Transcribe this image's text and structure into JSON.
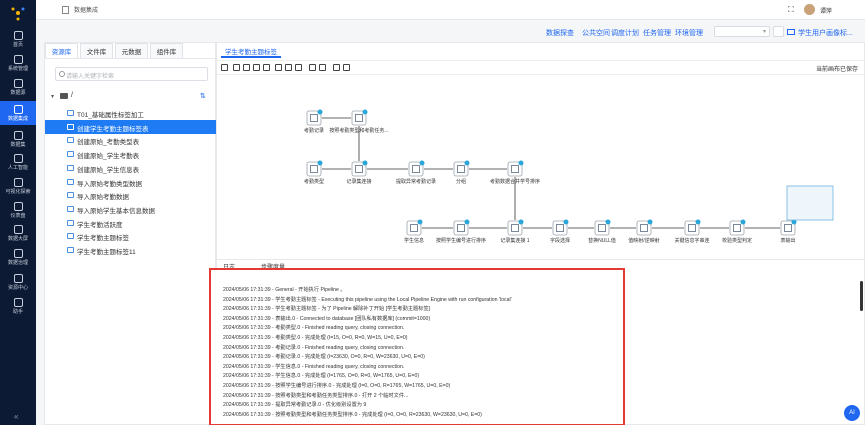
{
  "nav": {
    "items": [
      {
        "label": "首页"
      },
      {
        "label": "系统管理"
      },
      {
        "label": "数据源"
      },
      {
        "label": "数据集成"
      },
      {
        "label": "数据集"
      },
      {
        "label": "人工智能"
      },
      {
        "label": "可视化探索"
      },
      {
        "label": "仪表盘"
      },
      {
        "label": "数据大屏"
      },
      {
        "label": "数据治理"
      },
      {
        "label": "资源中心"
      },
      {
        "label": "助手"
      }
    ],
    "active_index": 3,
    "collapse": "«"
  },
  "header": {
    "breadcrumb": "数据集成",
    "fullscreen": "⛶",
    "user": "谭萍"
  },
  "links": {
    "items": [
      "数据探查",
      "公共空间",
      "调度计划",
      "任务管理",
      "环境管理"
    ],
    "apply": "学生用户画像标..."
  },
  "left": {
    "tabs": [
      "资源库",
      "文件库",
      "元数据",
      "组件库"
    ],
    "active_tab": 0,
    "search_placeholder": "请输入关键字检索",
    "root": "/",
    "sort": "⇅",
    "items": [
      "T01_基础属性标签加工",
      "创建学生考勤主题标签表",
      "创建原始_考勤类型表",
      "创建原始_学生考勤表",
      "创建原始_学生信息表",
      "导入原始考勤类型数据",
      "导入原始考勤数据",
      "导入原始学生基本信息数据",
      "学生考勤活跃度",
      "学生考勤主题标签",
      "学生考勤主题标签11"
    ],
    "active_item": 1
  },
  "work": {
    "file_tab": "学生考勤主题标签",
    "save": "当前画布已保存",
    "nodes_row1": [
      "考勤记录",
      "按照考勤类型和考勤任务..."
    ],
    "nodes_row2": [
      "考勤类型",
      "记录集连接",
      "提取异常考勤记录",
      "分组",
      "考勤数据合并学号排序"
    ],
    "nodes_row3": [
      "学生信息",
      "按照学生编号进行排序",
      "记录集连接 1",
      "字段选择",
      "替换NULL值",
      "值映射/逆映射",
      "关键信息字串连",
      "校验类型判定",
      "表输出"
    ],
    "log_tabs": [
      "日志",
      "步骤度量"
    ]
  },
  "log": {
    "lines": [
      "2024/05/06 17:31:39 - General - 开始执行 Pipeline 。",
      "2024/05/06 17:31:39 - 学生考勤主题标签 - Executing this pipeline using the Local Pipeline Engine with run configuration 'local'",
      "2024/05/06 17:31:39 - 学生考勤主题标签 - 为了 Pipeline 解除补丁开始 [学生考勤主题标签]",
      "2024/05/06 17:31:39 - 表输出.0 - Connected to database [团队私有数据库] (commit=1000)",
      "2024/05/06 17:31:39 - 考勤类型.0 - Finished reading query, closing connection.",
      "2024/05/06 17:31:39 - 考勤类型.0 - 完成处理 (I=15, O=0, R=0, W=15, U=0, E=0)",
      "2024/05/06 17:31:39 - 考勤记录.0 - Finished reading query, closing connection.",
      "2024/05/06 17:31:39 - 考勤记录.0 - 完成处理 (I=23630, O=0, R=0, W=23630, U=0, E=0)",
      "2024/05/06 17:31:39 - 学生信息.0 - Finished reading query, closing connection.",
      "2024/05/06 17:31:39 - 学生信息.0 - 完成处理 (I=1765, O=0, R=0, W=1765, U=0, E=0)",
      "2024/05/06 17:31:39 - 按照学生编号进行排序.0 - 完成处理 (I=0, O=0, R=1765, W=1765, U=0, E=0)",
      "2024/05/06 17:31:39 - 按照考勤类型和考勤任务类型排序.0 - 打开 2 个临时文件...",
      "2024/05/06 17:31:39 - 提取异常考勤记录.0 - 优化级别设置为 9",
      "2024/05/06 17:31:39 - 按照考勤类型和考勤任务类型排序.0 - 完成处理 (I=0, O=0, R=23630, W=23630, U=0, E=0)"
    ]
  },
  "ai": "AI"
}
